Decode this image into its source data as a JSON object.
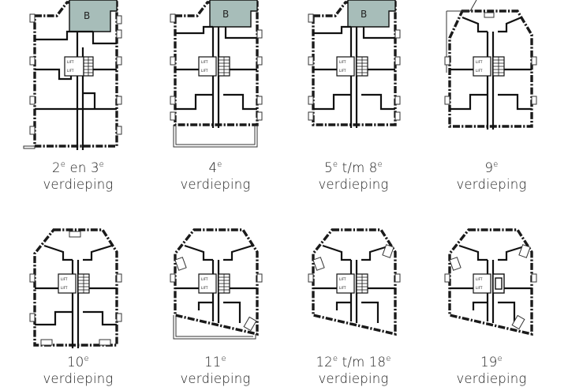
{
  "floors": [
    {
      "number": "2",
      "suffix": "e",
      "connector": " en ",
      "number2": "3",
      "suffix2": "e",
      "word": "verdieping"
    },
    {
      "number": "4",
      "suffix": "e",
      "connector": "",
      "number2": "",
      "suffix2": "",
      "word": "verdieping"
    },
    {
      "number": "5",
      "suffix": "e",
      "connector": " t/m ",
      "number2": "8",
      "suffix2": "e",
      "word": "verdieping"
    },
    {
      "number": "9",
      "suffix": "e",
      "connector": "",
      "number2": "",
      "suffix2": "",
      "word": "verdieping"
    },
    {
      "number": "10",
      "suffix": "e",
      "connector": "",
      "number2": "",
      "suffix2": "",
      "word": "verdieping"
    },
    {
      "number": "11",
      "suffix": "e",
      "connector": "",
      "number2": "",
      "suffix2": "",
      "word": "verdieping"
    },
    {
      "number": "12",
      "suffix": "e",
      "connector": " t/m ",
      "number2": "18",
      "suffix2": "e",
      "word": "verdieping"
    },
    {
      "number": "19",
      "suffix": "e",
      "connector": "",
      "number2": "",
      "suffix2": "",
      "word": "verdieping"
    }
  ],
  "plan_marks": {
    "building_letter": "B",
    "lift_label": "LIFT",
    "highlight_color": "#a7bdb9"
  }
}
